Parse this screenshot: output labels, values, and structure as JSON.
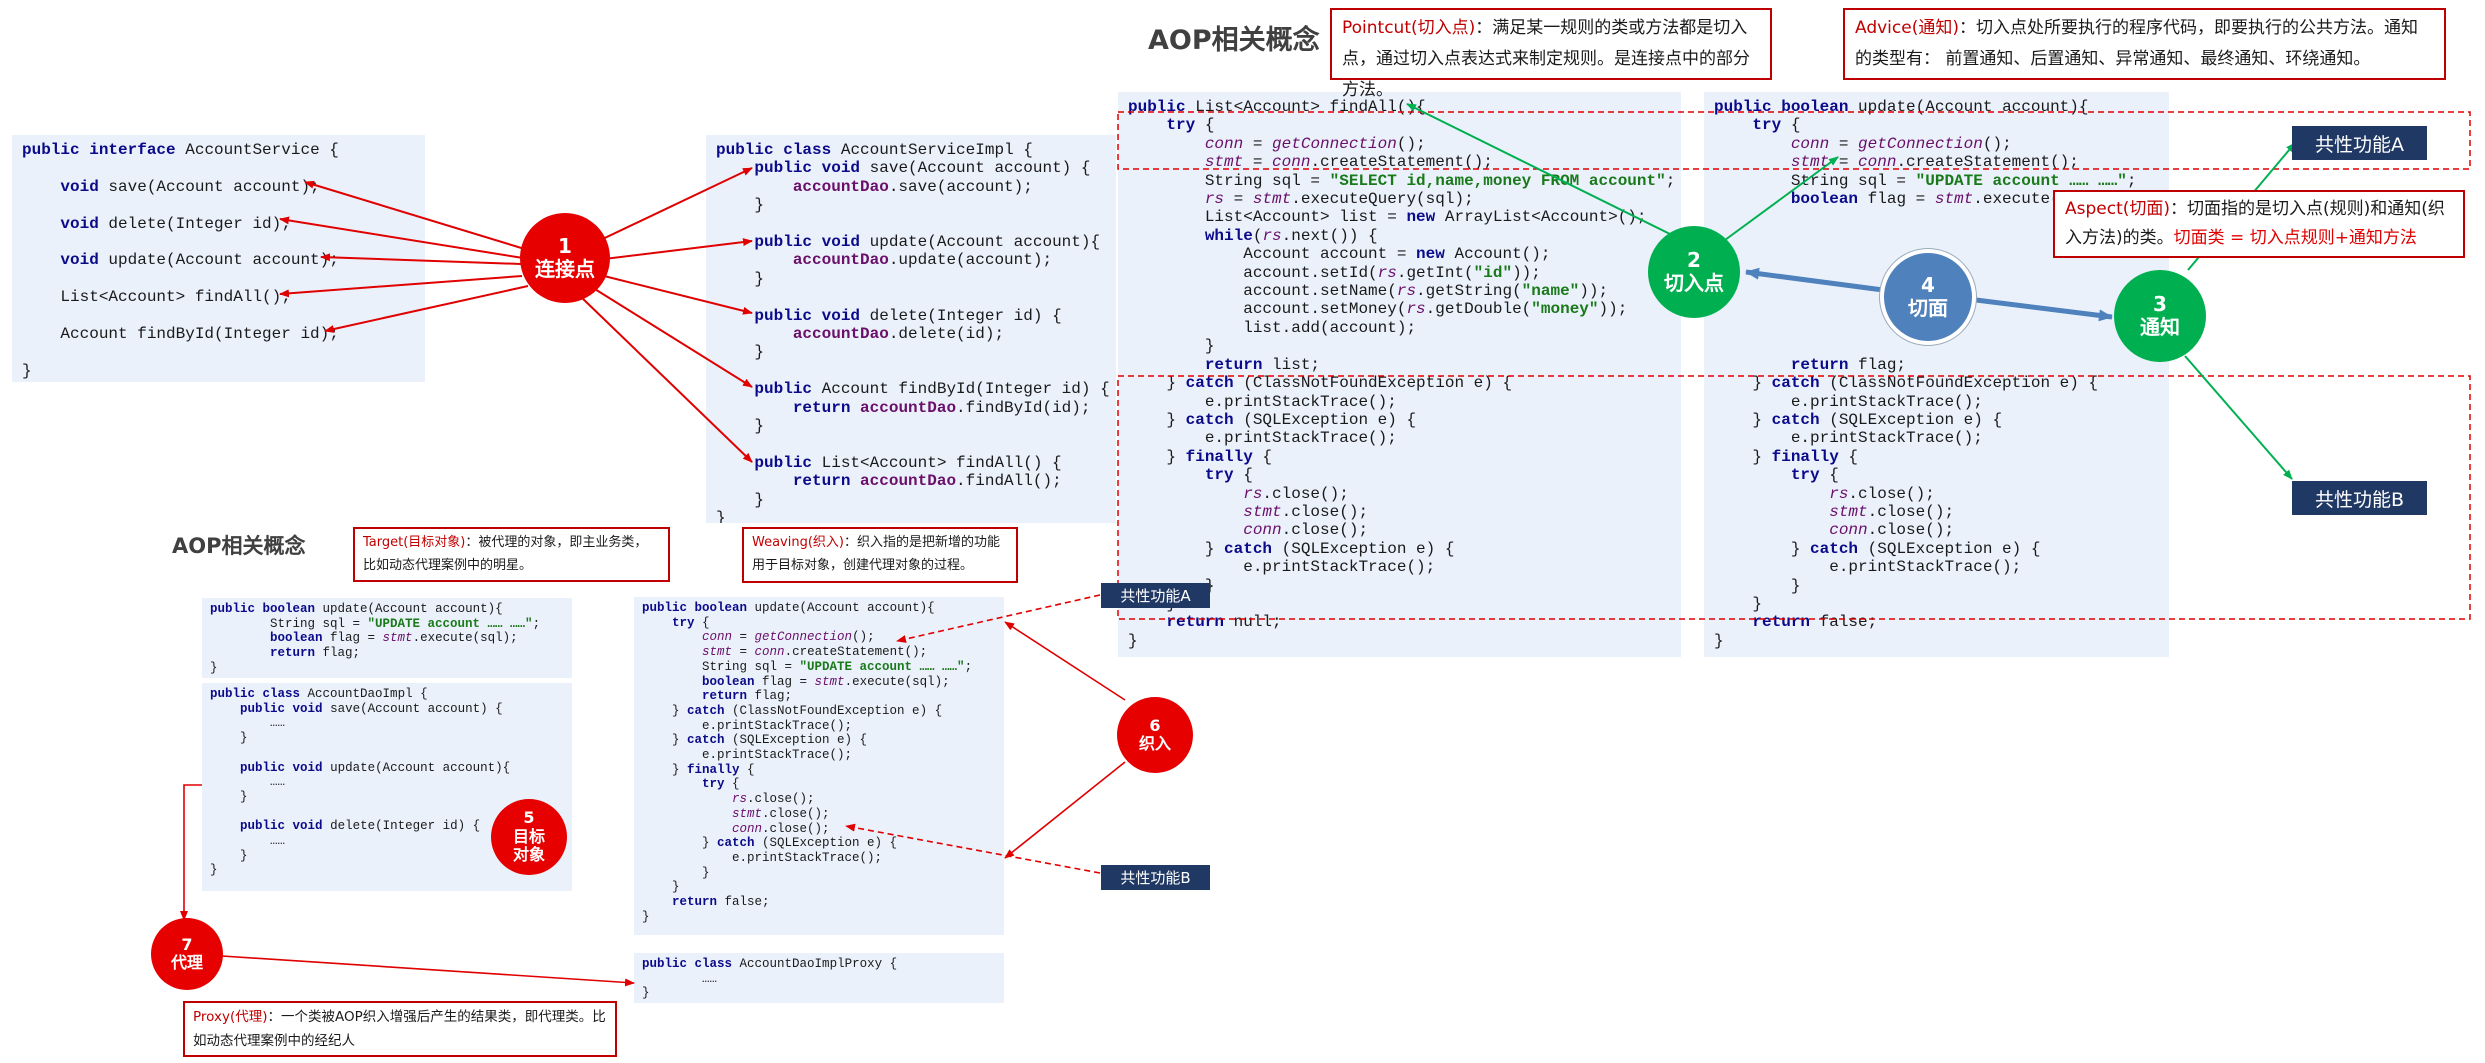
{
  "titles": {
    "top": "AOP相关概念",
    "bottom": "AOP相关概念"
  },
  "notes": {
    "pointcut": {
      "key": "Pointcut(切入点)",
      "text": "：满足某一规则的类或方法都是切入点，通过切入点表达式来制定规则。是连接点中的部分方法。"
    },
    "advice": {
      "key": "Advice(通知)",
      "text": "：切入点处所要执行的程序代码，即要执行的公共方法。通知的类型有： 前置通知、后置通知、异常通知、最终通知、环绕通知。"
    },
    "aspect": {
      "key": "Aspect(切面)",
      "text": "：切面指的是切入点(规则)和通知(织入方法)的类。",
      "formula": "切面类 = 切入点规则+通知方法"
    },
    "target": {
      "key": "Target(目标对象)",
      "text": "：被代理的对象，即主业务类，比如动态代理案例中的明星。"
    },
    "weaving": {
      "key": "Weaving(织入)",
      "text": "：织入指的是把新增的功能用于目标对象，创建代理对象的过程。"
    },
    "proxy": {
      "key": "Proxy(代理)",
      "text": "：一个类被AOP织入增强后产生的结果类，即代理类。比如动态代理案例中的经纪人"
    }
  },
  "circles": {
    "c1": {
      "num": "1",
      "label": "连接点"
    },
    "c2": {
      "num": "2",
      "label": "切入点"
    },
    "c3": {
      "num": "3",
      "label": "通知"
    },
    "c4": {
      "num": "4",
      "label": "切面"
    },
    "c5": {
      "num": "5",
      "label1": "目标",
      "label2": "对象"
    },
    "c6": {
      "num": "6",
      "label": "织入"
    },
    "c7": {
      "num": "7",
      "label": "代理"
    }
  },
  "boxes": {
    "topA": "共性功能A",
    "topB": "共性功能B",
    "botA": "共性功能A",
    "botB": "共性功能B"
  },
  "code": {
    "iface": [
      "public interface AccountService {",
      "",
      "    void save(Account account);",
      "",
      "    void delete(Integer id);",
      "",
      "    void update(Account account);",
      "",
      "    List<Account> findAll();",
      "",
      "    Account findById(Integer id);",
      "",
      "}"
    ],
    "impl": [
      "public class AccountServiceImpl {",
      "    public void save(Account account) {",
      "        accountDao.save(account);",
      "    }",
      "",
      "    public void update(Account account){",
      "        accountDao.update(account);",
      "    }",
      "",
      "    public void delete(Integer id) {",
      "        accountDao.delete(id);",
      "    }",
      "",
      "    public Account findById(Integer id) {",
      "        return accountDao.findById(id);",
      "    }",
      "",
      "    public List<Account> findAll() {",
      "        return accountDao.findAll();",
      "    }",
      "}"
    ],
    "findAll": [
      "public List<Account> findAll(){",
      "    try {",
      "        conn = getConnection();",
      "        stmt = conn.createStatement();",
      "        String sql = \"SELECT id,name,money FROM account\";",
      "        rs = stmt.executeQuery(sql);",
      "        List<Account> list = new ArrayList<Account>();",
      "        while(rs.next()) {",
      "            Account account = new Account();",
      "            account.setId(rs.getInt(\"id\"));",
      "            account.setName(rs.getString(\"name\"));",
      "            account.setMoney(rs.getDouble(\"money\"));",
      "            list.add(account);",
      "        }",
      "        return list;",
      "    } catch (ClassNotFoundException e) {",
      "        e.printStackTrace();",
      "    } catch (SQLException e) {",
      "        e.printStackTrace();",
      "    } finally {",
      "        try {",
      "            rs.close();",
      "            stmt.close();",
      "            conn.close();",
      "        } catch (SQLException e) {",
      "            e.printStackTrace();",
      "        }",
      "    }",
      "    return null;",
      "}"
    ],
    "update": [
      "public boolean update(Account account){",
      "    try {",
      "        conn = getConnection();",
      "        stmt = conn.createStatement();",
      "        String sql = \"UPDATE account …… ……\";",
      "        boolean flag = stmt.execute(sql);",
      "",
      "",
      "",
      "",
      "",
      "",
      "",
      "",
      "        return flag;",
      "    } catch (ClassNotFoundException e) {",
      "        e.printStackTrace();",
      "    } catch (SQLException e) {",
      "        e.printStackTrace();",
      "    } finally {",
      "        try {",
      "            rs.close();",
      "            stmt.close();",
      "            conn.close();",
      "        } catch (SQLException e) {",
      "            e.printStackTrace();",
      "        }",
      "    }",
      "    return false;",
      "}"
    ],
    "smallUpdate": [
      "public boolean update(Account account){",
      "        String sql = \"UPDATE account …… ……\";",
      "        boolean flag = stmt.execute(sql);",
      "        return flag;",
      "}"
    ],
    "daoImpl": [
      "public class AccountDaoImpl {",
      "    public void save(Account account) {",
      "        ……",
      "    }",
      "",
      "    public void update(Account account){",
      "        ……",
      "    }",
      "",
      "    public void delete(Integer id) {",
      "        ……",
      "    }",
      "}"
    ],
    "weaveUpdate": [
      "public boolean update(Account account){",
      "    try {",
      "        conn = getConnection();",
      "        stmt = conn.createStatement();",
      "        String sql = \"UPDATE account …… ……\";",
      "        boolean flag = stmt.execute(sql);",
      "        return flag;",
      "    } catch (ClassNotFoundException e) {",
      "        e.printStackTrace();",
      "    } catch (SQLException e) {",
      "        e.printStackTrace();",
      "    } finally {",
      "        try {",
      "            rs.close();",
      "            stmt.close();",
      "            conn.close();",
      "        } catch (SQLException e) {",
      "            e.printStackTrace();",
      "        }",
      "    }",
      "    return false;",
      "}"
    ],
    "proxy": [
      "public class AccountDaoImplProxy {",
      "        ……",
      "}"
    ]
  }
}
